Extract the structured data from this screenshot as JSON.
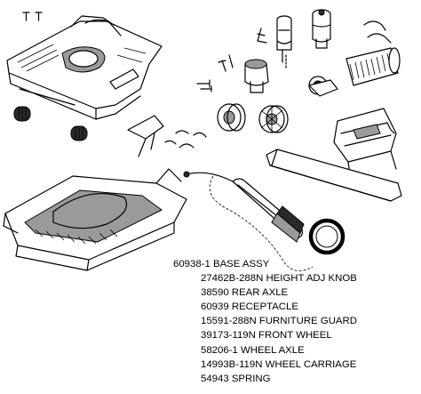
{
  "parts_list": {
    "header": "60938-1 BASE ASSY",
    "items": [
      "27462B-288N HEIGHT ADJ KNOB",
      "38590 REAR AXLE",
      "60939 RECEPTACLE",
      "15591-288N FURNITURE GUARD",
      "39173-119N FRONT WHEEL",
      "58206-1 WHEEL AXLE",
      "14993B-119N WHEEL CARRIAGE",
      "54943 SPRING"
    ]
  }
}
